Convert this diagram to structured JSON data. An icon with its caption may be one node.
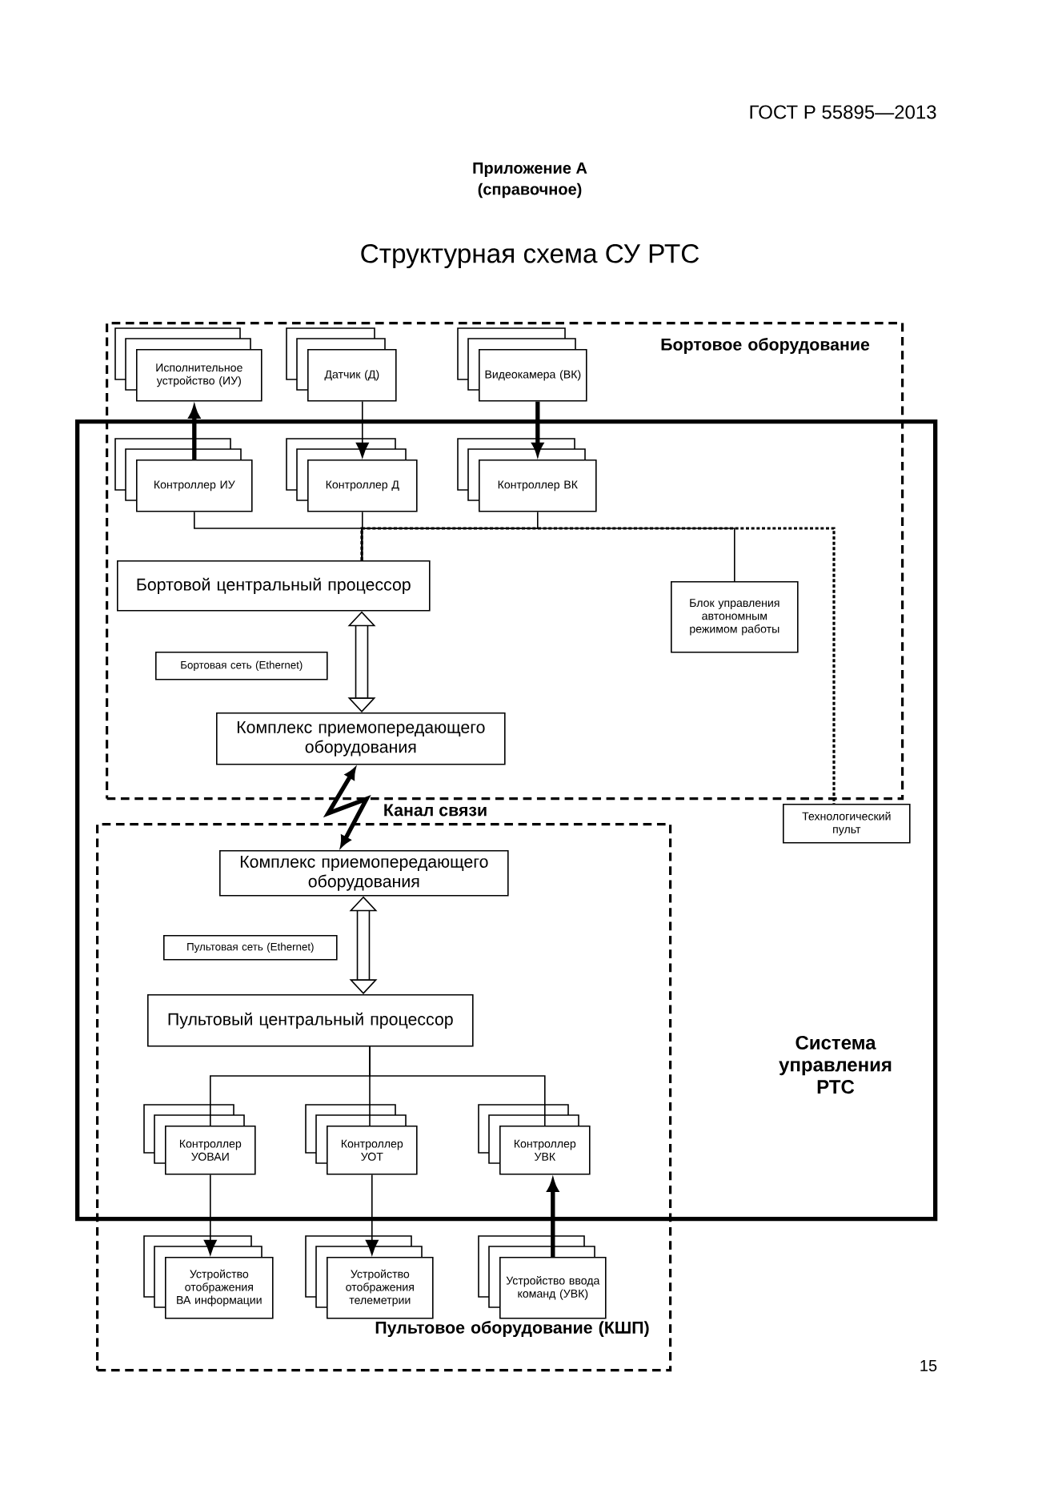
{
  "diagram": {
    "title": "Структурная схема СУ РТС",
    "nodes": [
      {
        "text": [
          "Бортовое оборудование"
        ]
      },
      {
        "text": [
          "Исполнительное устройство (ИУ)"
        ],
        "in": 0
      },
      {
        "text": [
          "Датчик (Д)"
        ],
        "in": 0
      },
      {
        "text": [
          "Видеокамера (ВК)"
        ],
        "in": 0
      },
      {
        "text": [
          "Система управления РТС"
        ]
      },
      {
        "text": [
          "Контроллер ИУ"
        ]
      },
      {
        "text": [
          "Контроллер Д"
        ]
      },
      {
        "text": [
          "Контроллер ВК"
        ]
      },
      {
        "text": [
          "Бортовой центральный процессор"
        ]
      },
      {
        "text": [
          "Блок управления автономным режимом работы"
        ]
      },
      {
        "text": [
          "Бортовая сеть (Ethernet)"
        ]
      },
      {
        "text": [
          "Комплекс приемопередающего оборудования"
        ]
      },
      {
        "text": [
          "Технологический пульт"
        ],
        "in": 4
      },
      {
        "text": [
          "Пультовое оборудование (КШП)"
        ]
      },
      {
        "text": [
          "Комплекс приемопередающего оборудования"
        ]
      },
      {
        "text": [
          "Пультовая сеть (Ethernet)"
        ]
      },
      {
        "text": [
          "Пультовый центральный процессор"
        ]
      },
      {
        "text": [
          "Контроллер УОВАИ"
        ]
      },
      {
        "text": [
          "Контроллер УОТ"
        ]
      },
      {
        "text": [
          "Контроллер УВК"
        ]
      },
      {
        "text": [
          "Устройство отображения ВА информации"
        ],
        "in": 13
      },
      {
        "text": [
          "Устройство отображения телеметрии"
        ],
        "in": 13
      },
      {
        "text": [
          "Устройство ввода команд (УВК)"
        ],
        "in": 13
      }
    ],
    "edges": [
      {
        "from": 5,
        "to": 1,
        "arrow": "to",
        "style": "thick"
      },
      {
        "from": 2,
        "to": 6,
        "arrow": "to"
      },
      {
        "from": 3,
        "to": 7,
        "arrow": "to",
        "style": "thick"
      },
      {
        "from": 5,
        "to": 8,
        "arrow": "none"
      },
      {
        "from": 6,
        "to": 8,
        "arrow": "none"
      },
      {
        "from": 7,
        "to": 8,
        "arrow": "none"
      },
      {
        "from": 8,
        "to": 9,
        "arrow": "none"
      },
      {
        "from": 8,
        "to": 12,
        "arrow": "none",
        "style": "dashed"
      },
      {
        "from": 8,
        "to": 11,
        "arrow": "both",
        "style": "thick"
      },
      {
        "from": 11,
        "to": 14,
        "arrow": "both",
        "label": "Канал связи",
        "style": "thick"
      },
      {
        "from": 14,
        "to": 16,
        "arrow": "both",
        "style": "thick"
      },
      {
        "from": 16,
        "to": 17,
        "arrow": "none"
      },
      {
        "from": 16,
        "to": 18,
        "arrow": "none"
      },
      {
        "from": 16,
        "to": 19,
        "arrow": "none"
      },
      {
        "from": 17,
        "to": 20,
        "arrow": "to"
      },
      {
        "from": 18,
        "to": 21,
        "arrow": "to"
      },
      {
        "from": 22,
        "to": 19,
        "arrow": "to",
        "style": "thick"
      }
    ],
    "labels": [
      "ГОСТ Р 55895—2013",
      "Приложение А",
      "(справочное)",
      "15"
    ]
  }
}
